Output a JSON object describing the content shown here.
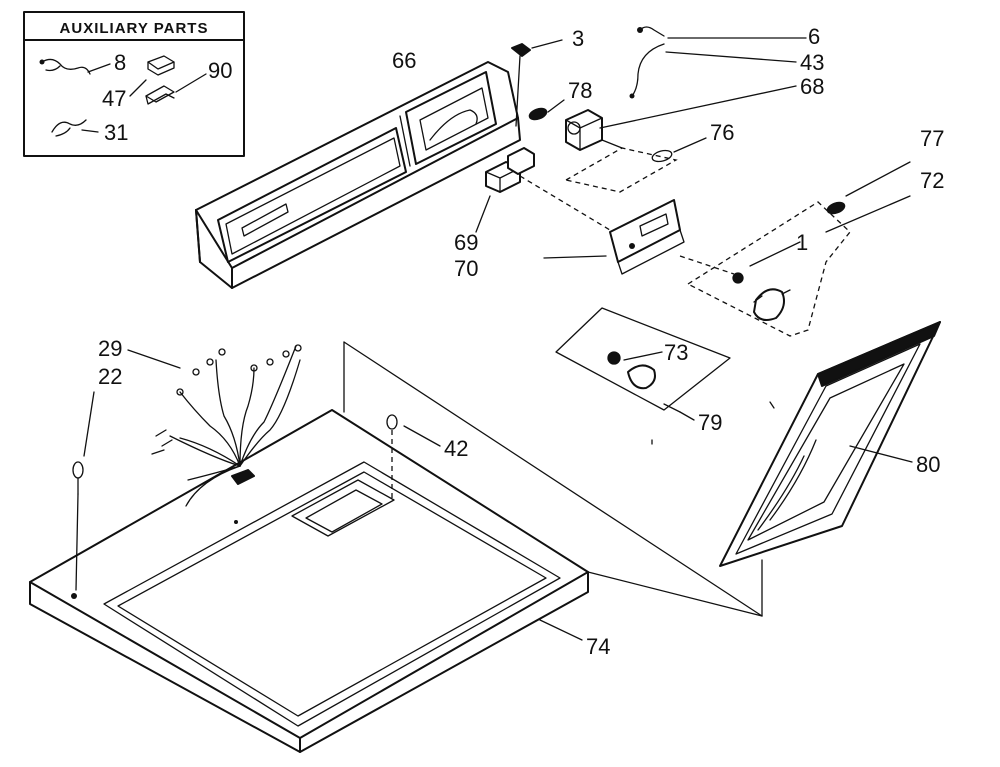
{
  "auxiliary_box": {
    "title": "AUXILIARY PARTS",
    "labels": [
      "8",
      "47",
      "90",
      "31"
    ]
  },
  "callouts": [
    "3",
    "6",
    "43",
    "68",
    "66",
    "78",
    "76",
    "77",
    "72",
    "69",
    "70",
    "1",
    "29",
    "22",
    "73",
    "79",
    "42",
    "80",
    "74"
  ]
}
